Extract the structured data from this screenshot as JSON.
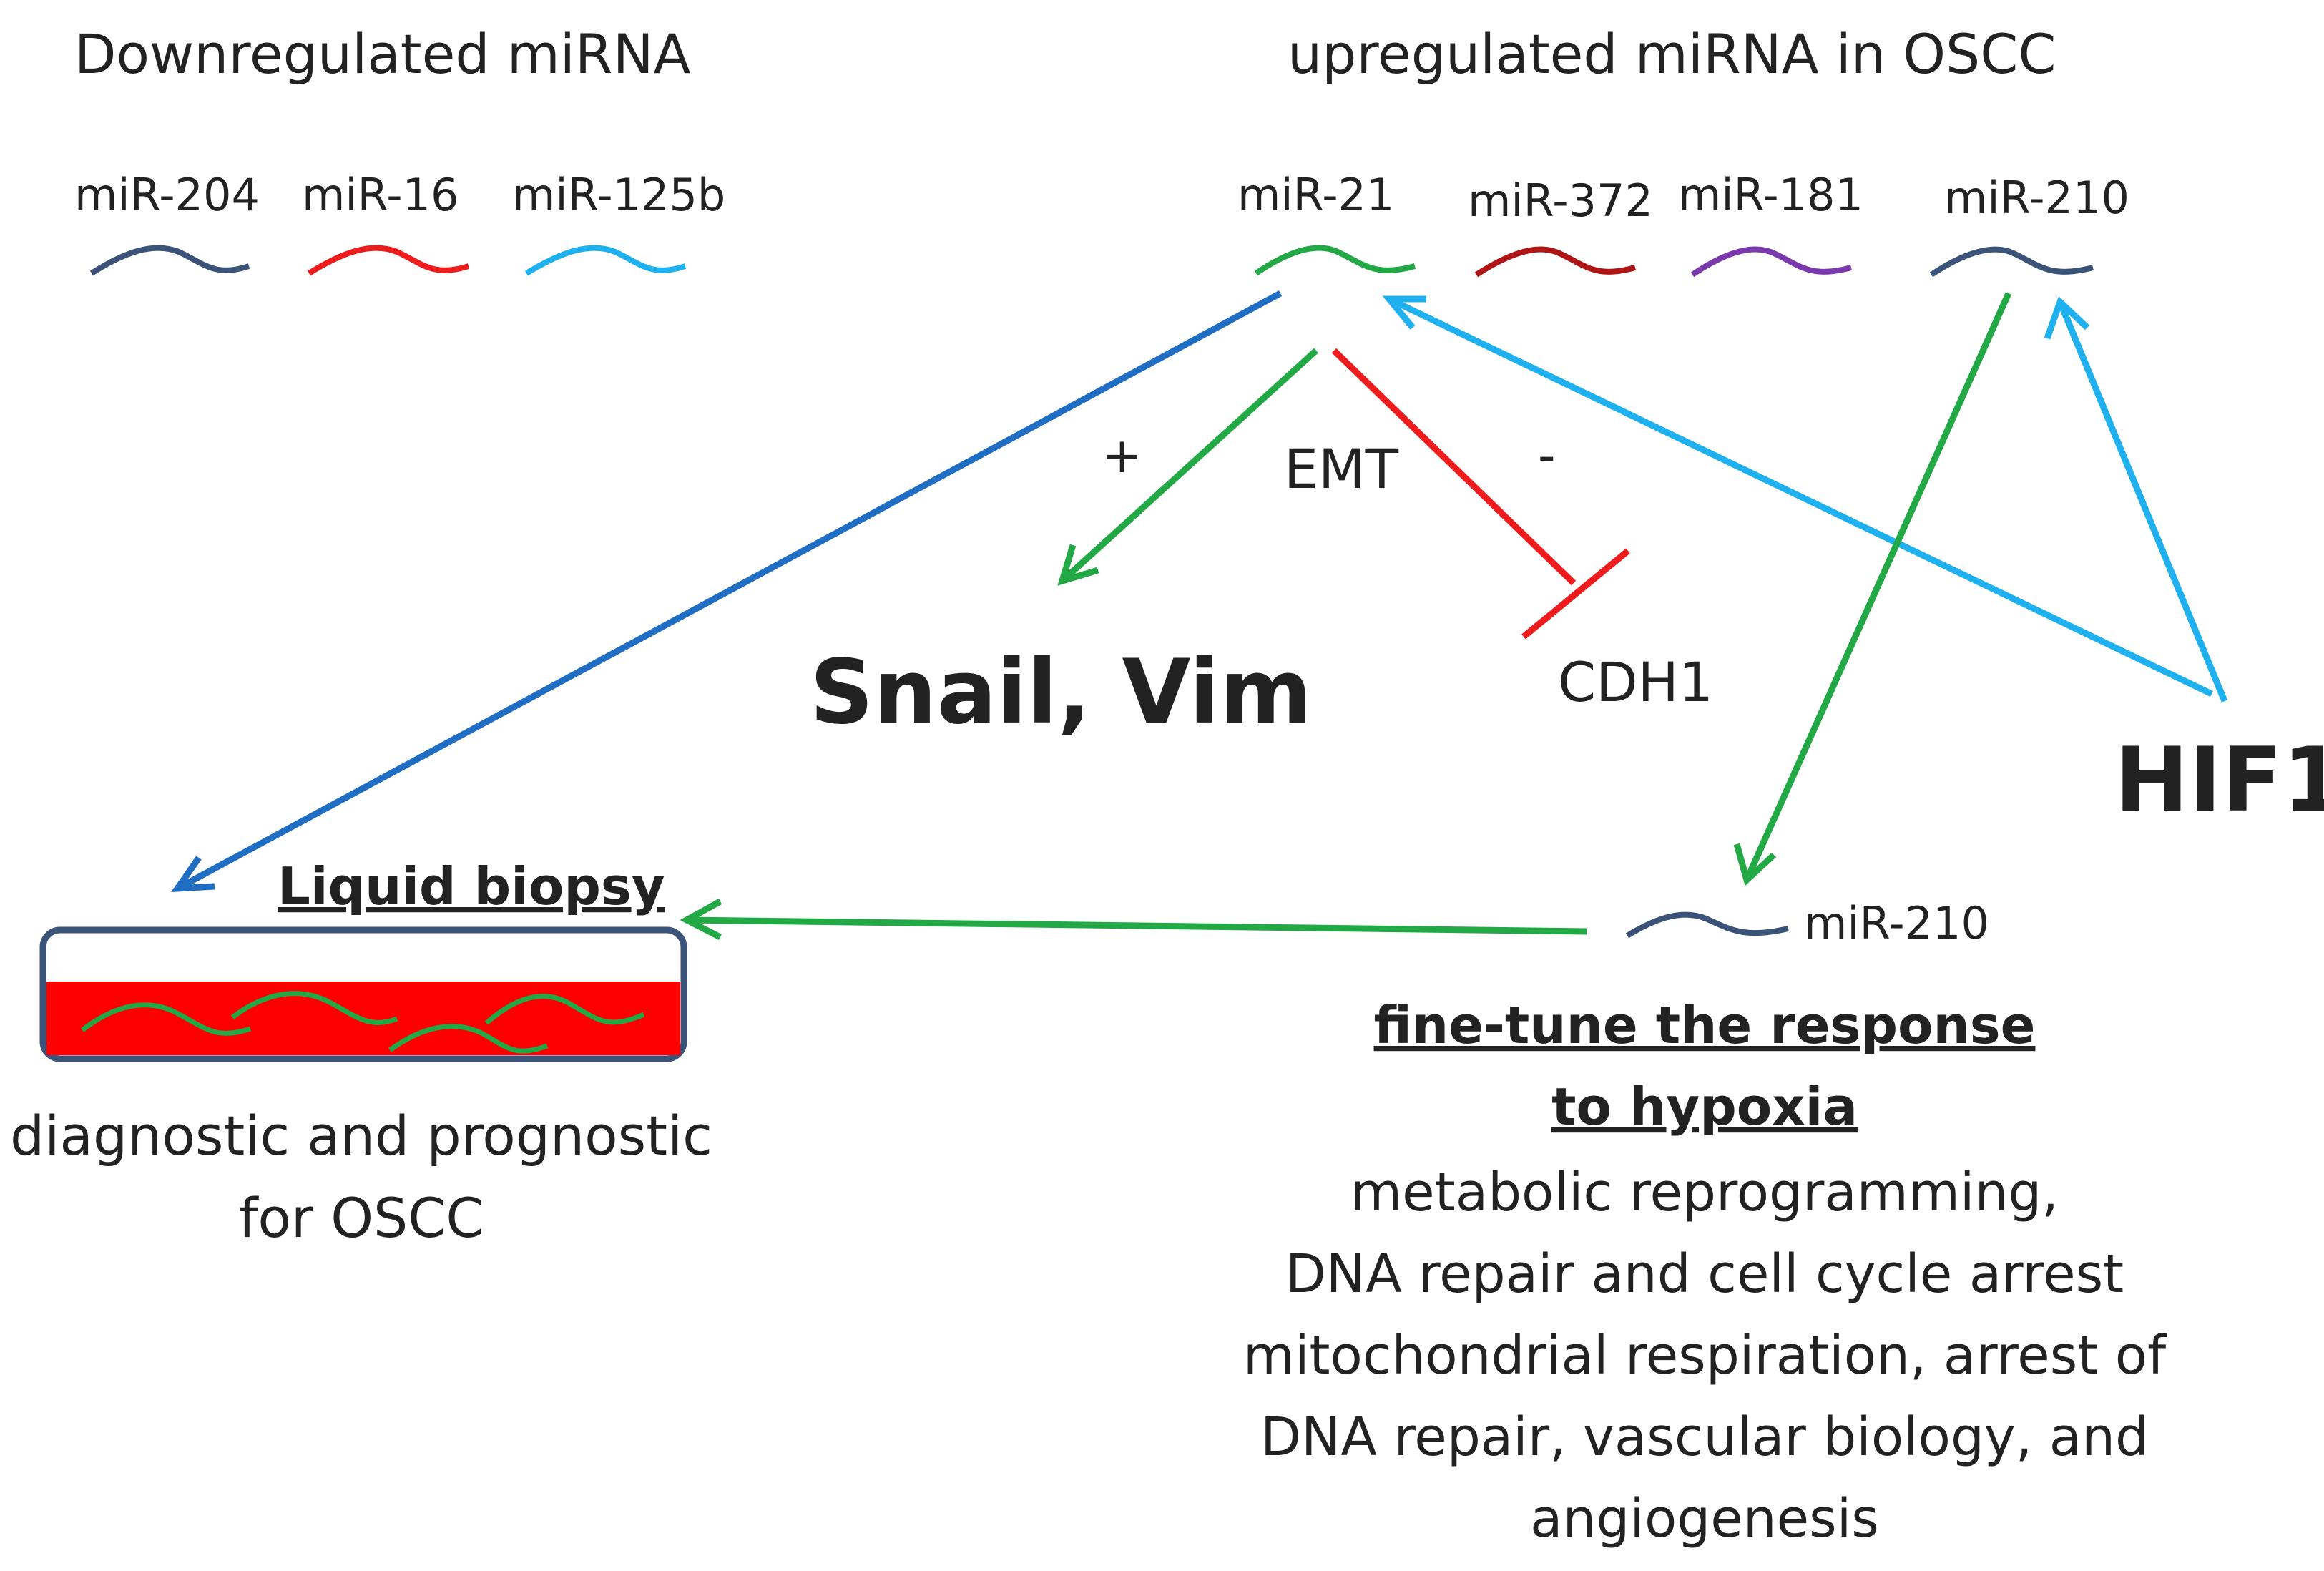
{
  "headers": {
    "downregulated": "Downregulated miRNA",
    "upregulated": "upregulated miRNA in OSCC"
  },
  "downregulated_mirnas": [
    {
      "label": "miR-204",
      "color": "#3b5378"
    },
    {
      "label": "miR-16",
      "color": "#ee1c1c"
    },
    {
      "label": "miR-125b",
      "color": "#1fb0ef"
    }
  ],
  "upregulated_mirnas": [
    {
      "label": "miR-21",
      "color": "#22a845"
    },
    {
      "label": "miR-372",
      "color": "#b01515"
    },
    {
      "label": "miR-181",
      "color": "#7a3aae"
    },
    {
      "label": "miR-210",
      "color": "#3b5378"
    }
  ],
  "emt": {
    "label": "EMT",
    "plus": "+",
    "minus": "-",
    "targets_up": "Snail, Vim",
    "target_down": "CDH1"
  },
  "hif": {
    "label": "HIF1"
  },
  "biopsy": {
    "title": "Liquid biopsy",
    "caption_line1": "diagnostic and prognostic",
    "caption_line2": "for OSCC",
    "tube_fill_color": "#ff0000",
    "tube_border_color": "#3b5378"
  },
  "hypoxia": {
    "mirna": "miR-210",
    "title_line1": "fine-tune the  response",
    "title_line2": "to hypoxia",
    "lines": [
      "metabolic reprogramming,",
      "DNA repair and cell cycle arrest",
      "mitochondrial respiration, arrest of",
      "DNA repair, vascular biology, and",
      "angiogenesis"
    ]
  },
  "colors": {
    "arrow_green": "#22a845",
    "arrow_blue_dark": "#1f6ec3",
    "arrow_light_blue": "#1fb0ef",
    "inhibit_red": "#ee1c1c"
  }
}
